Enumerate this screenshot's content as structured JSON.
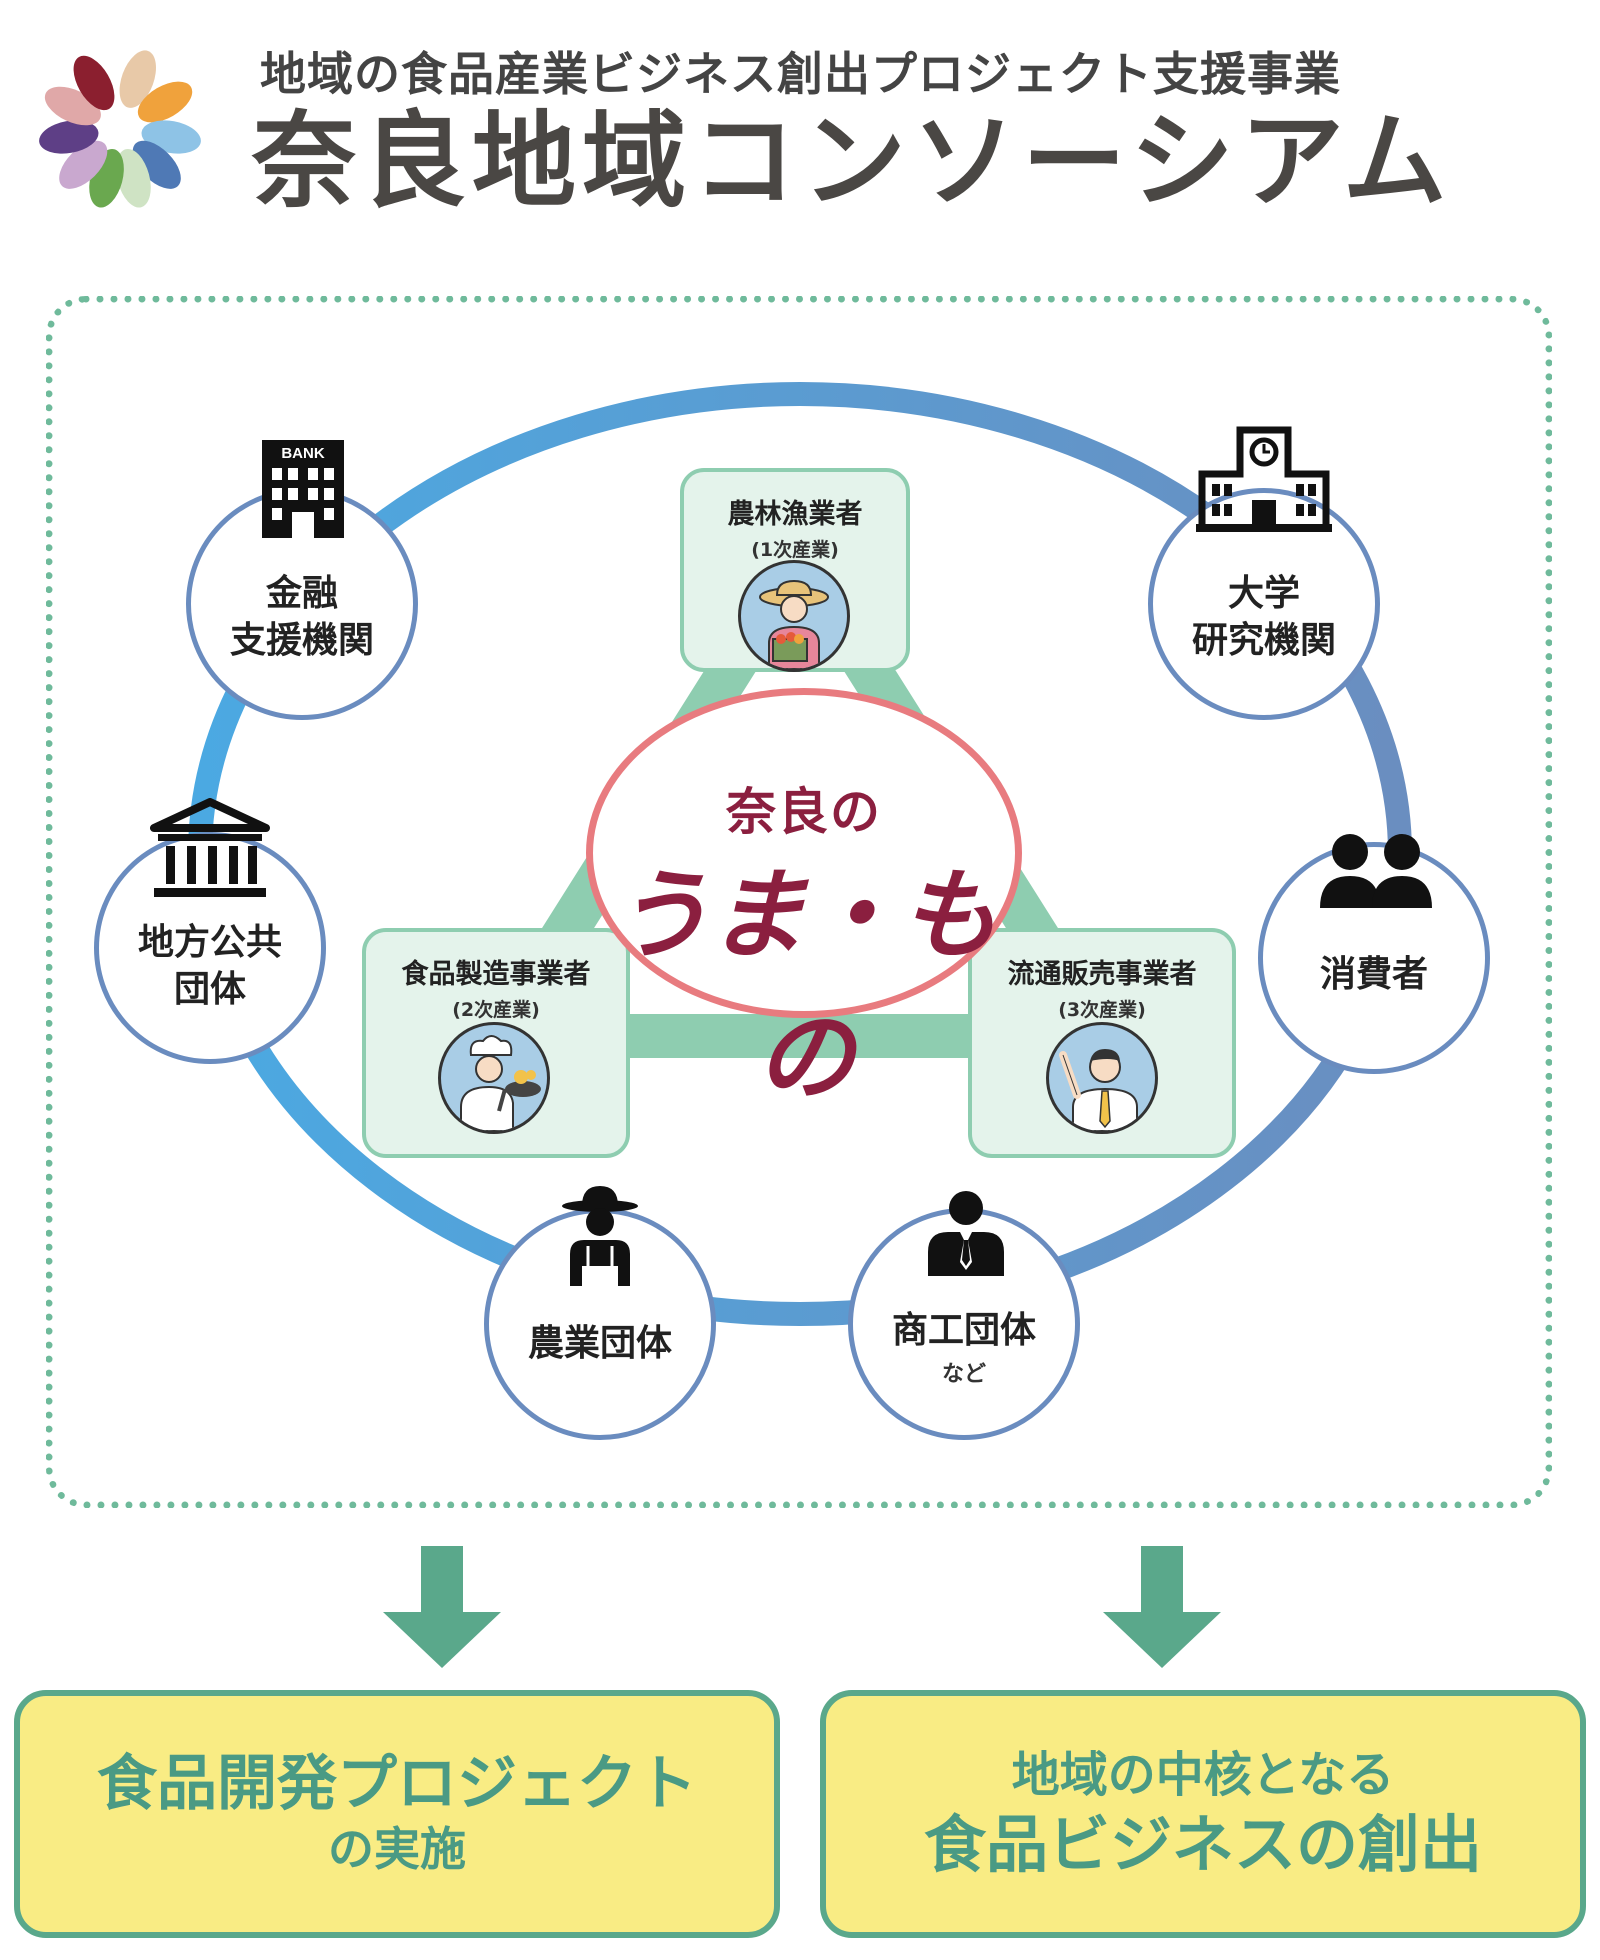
{
  "header": {
    "subtitle": "地域の食品産業ビジネス創出プロジェクト支援事業",
    "title": "奈良地域コンソーシアム"
  },
  "colors": {
    "ring_blue": "#5aa6dc",
    "triangle_green": "#8ecdb0",
    "frame_green": "#6fba9b",
    "center_border": "#e87b7f",
    "brand_maroon": "#8b1f3f",
    "outcome_fill": "#f9ec84",
    "outcome_text": "#4a9a84",
    "arrow_green": "#5aa88b"
  },
  "nodes": {
    "finance": {
      "label": "金融\n支援機関",
      "icon": "bank-building-icon",
      "icon_text": "BANK"
    },
    "university": {
      "label": "大学\n研究機関",
      "icon": "university-building-icon"
    },
    "local_gov": {
      "label": "地方公共\n団体",
      "icon": "government-building-icon"
    },
    "consumer": {
      "label": "消費者",
      "icon": "people-icon"
    },
    "agri_group": {
      "label": "農業団体",
      "icon": "farmer-icon"
    },
    "commerce_group": {
      "label": "商工団体",
      "sub": "など",
      "icon": "businessman-icon"
    }
  },
  "core": {
    "primary": {
      "title": "農林漁業者",
      "sub": "(1次産業)",
      "icon": "farmer-woman-icon"
    },
    "secondary": {
      "title": "食品製造事業者",
      "sub": "(2次産業)",
      "icon": "chef-icon"
    },
    "tertiary": {
      "title": "流通販売事業者",
      "sub": "(3次産業)",
      "icon": "salesman-icon"
    }
  },
  "center_logo": {
    "small": "奈良の",
    "big": "うま・もの"
  },
  "outcomes": {
    "left": {
      "line1": "食品開発プロジェクト",
      "line2": "の実施"
    },
    "right": {
      "line1": "地域の中核となる",
      "line2": "食品ビジネスの創出"
    }
  }
}
